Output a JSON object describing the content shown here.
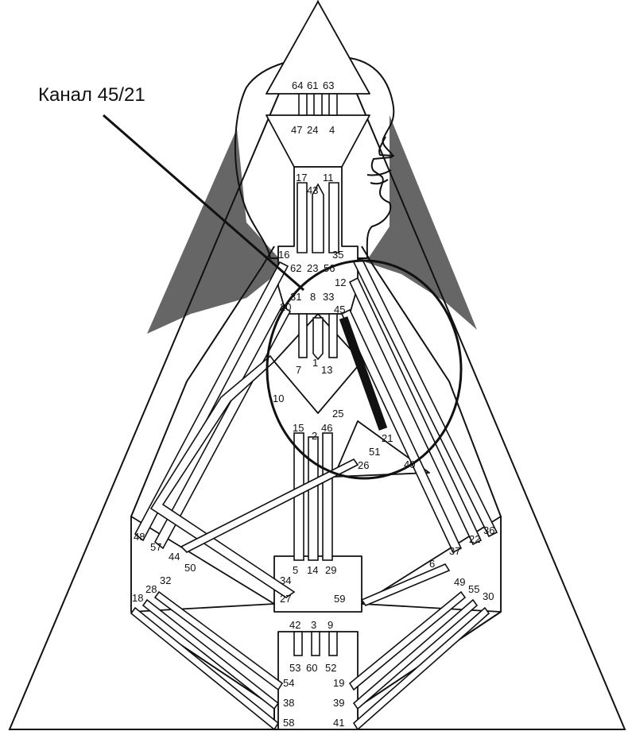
{
  "annotation": {
    "label": "Канал 45/21"
  },
  "highlighted_channel": {
    "gates": [
      "45",
      "21"
    ],
    "color": "#111111"
  },
  "colors": {
    "shade": "#666666",
    "line": "#111111",
    "background": "#ffffff"
  },
  "gates": {
    "g64": "64",
    "g61": "61",
    "g63": "63",
    "g47": "47",
    "g24": "24",
    "g4": "4",
    "g17": "17",
    "g43": "43",
    "g11": "11",
    "g16": "16",
    "g35": "35",
    "g62": "62",
    "g23": "23",
    "g56": "56",
    "g12": "12",
    "g31": "31",
    "g8": "8",
    "g33": "33",
    "g20": "20",
    "g45": "45",
    "g7": "7",
    "g1": "1",
    "g13": "13",
    "g10": "10",
    "g25": "25",
    "g15": "15",
    "g2": "2",
    "g46": "46",
    "g21": "21",
    "g51": "51",
    "g26": "26",
    "g40": "40",
    "g48": "48",
    "g57": "57",
    "g44": "44",
    "g50": "50",
    "g32": "32",
    "g28": "28",
    "g18": "18",
    "g36": "36",
    "g22": "22",
    "g37": "37",
    "g6": "6",
    "g49": "49",
    "g55": "55",
    "g30": "30",
    "g34": "34",
    "g5": "5",
    "g14": "14",
    "g29": "29",
    "g27": "27",
    "g59": "59",
    "g42": "42",
    "g3": "3",
    "g9": "9",
    "g53": "53",
    "g60": "60",
    "g52": "52",
    "g54": "54",
    "g19": "19",
    "g38": "38",
    "g39": "39",
    "g58": "58",
    "g41": "41"
  }
}
